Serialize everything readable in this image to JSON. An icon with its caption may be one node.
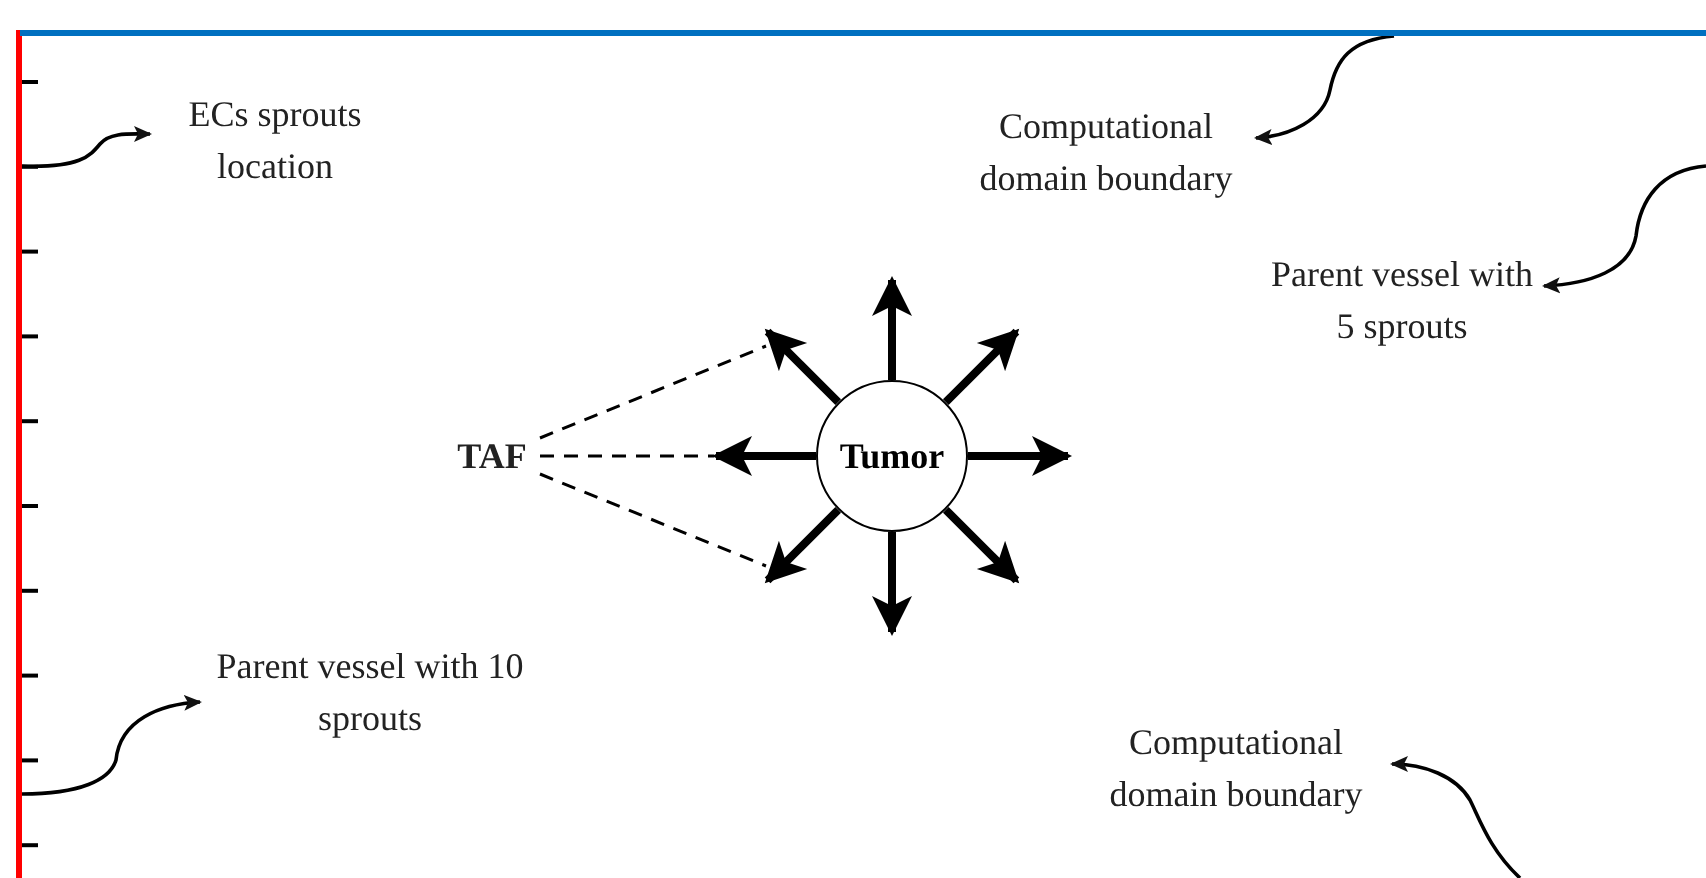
{
  "diagram": {
    "nodes": [
      {
        "text": [
          "ECs sprouts location"
        ]
      },
      {
        "text": [
          "Computational domain boundary"
        ]
      },
      {
        "text": [
          "Parent vessel with 5 sprouts"
        ]
      },
      {
        "text": [
          "TAF"
        ]
      },
      {
        "text": [
          "Tumor"
        ]
      },
      {
        "text": [
          "Parent vessel with 10 sprouts"
        ]
      },
      {
        "text": [
          "Computational domain boundary"
        ]
      },
      {
        "text": [],
        "shape": "bar"
      },
      {
        "text": [],
        "shape": "bar"
      }
    ],
    "edges": [
      {
        "from": 7,
        "to": 0,
        "arrow": "to"
      },
      {
        "from": 8,
        "to": 1,
        "arrow": "to"
      },
      {
        "from": null,
        "to": 2,
        "arrow": "to"
      },
      {
        "from": 4,
        "to": null,
        "arrow": "to",
        "style": "thick"
      },
      {
        "from": 4,
        "to": null,
        "arrow": "to",
        "style": "thick"
      },
      {
        "from": 4,
        "to": null,
        "arrow": "to",
        "style": "thick"
      },
      {
        "from": 4,
        "to": null,
        "arrow": "to",
        "style": "thick"
      },
      {
        "from": 4,
        "to": null,
        "arrow": "to",
        "style": "thick"
      },
      {
        "from": 4,
        "to": null,
        "arrow": "to",
        "style": "thick"
      },
      {
        "from": 4,
        "to": null,
        "arrow": "to",
        "style": "thick"
      },
      {
        "from": 4,
        "to": null,
        "arrow": "to",
        "style": "thick"
      },
      {
        "from": 3,
        "to": null,
        "arrow": "none",
        "style": "dashed"
      },
      {
        "from": 3,
        "to": null,
        "arrow": "none",
        "style": "dashed"
      },
      {
        "from": 3,
        "to": null,
        "arrow": "none",
        "style": "dashed"
      },
      {
        "from": 7,
        "to": 5,
        "arrow": "to"
      },
      {
        "from": null,
        "to": 6,
        "arrow": "to"
      }
    ]
  }
}
